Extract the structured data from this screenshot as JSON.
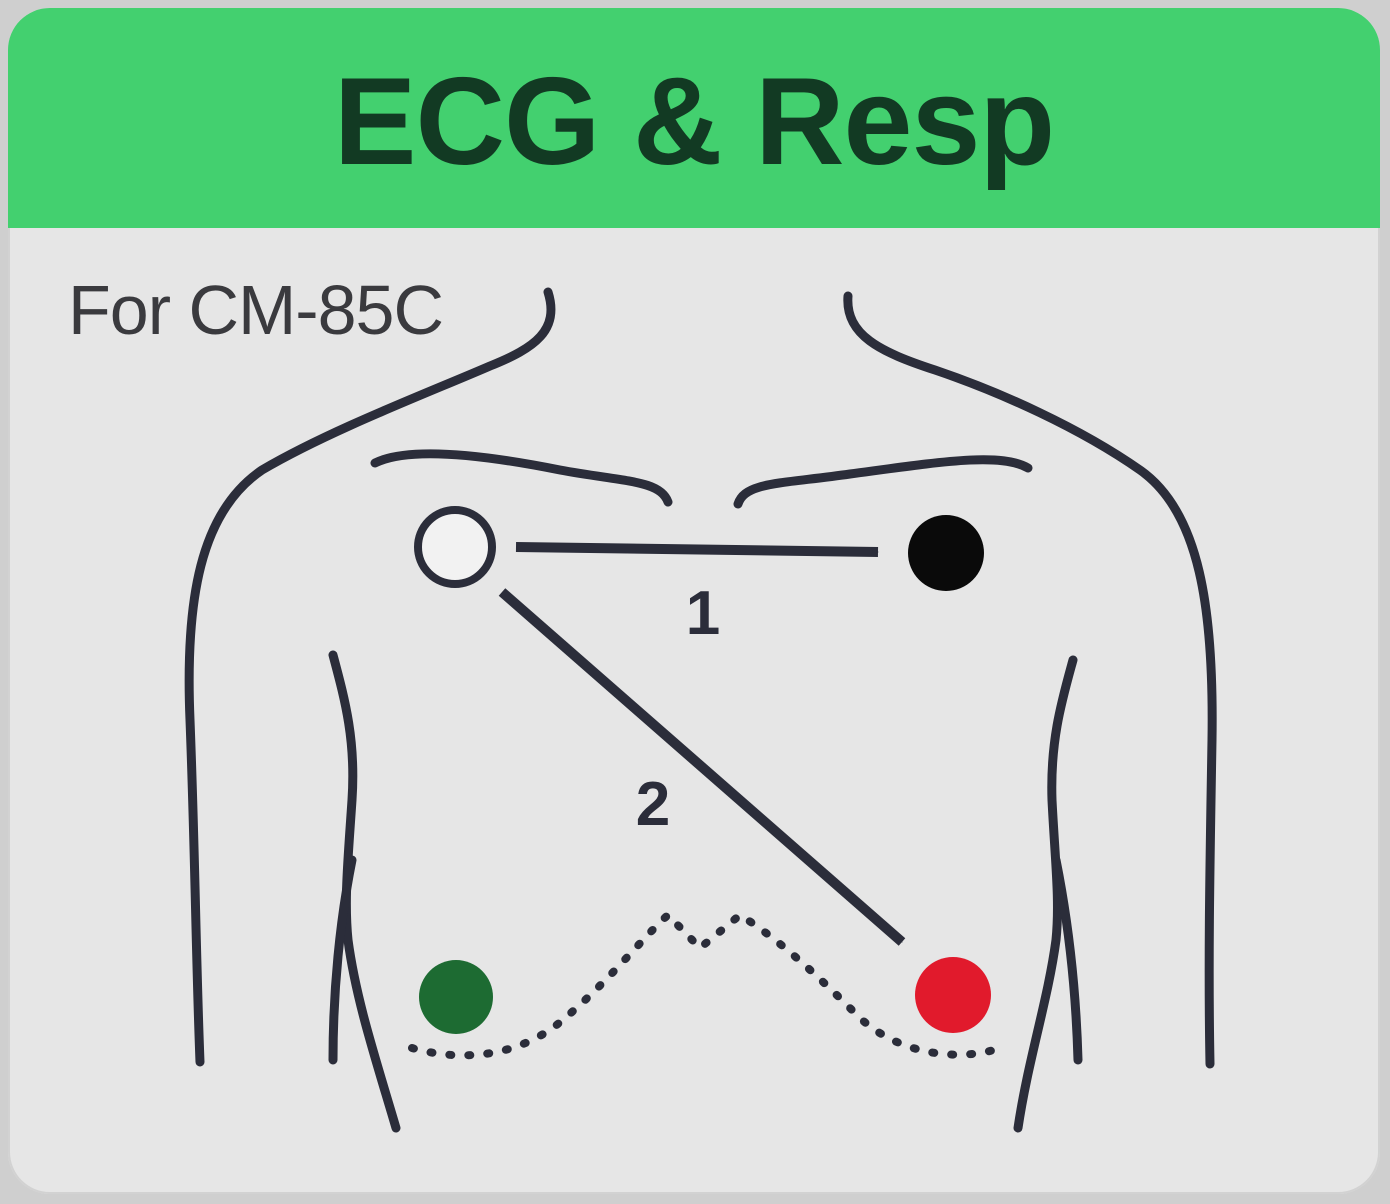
{
  "title": "ECG & Resp",
  "model": "For CM-85C",
  "leads": [
    {
      "label": "1",
      "from": "white",
      "to": "black"
    },
    {
      "label": "2",
      "from": "white",
      "to": "red"
    }
  ],
  "electrodes": [
    {
      "name": "white",
      "color": "#f2f2f2"
    },
    {
      "name": "black",
      "color": "#0a0a0a"
    },
    {
      "name": "green",
      "color": "#1d6b32"
    },
    {
      "name": "red",
      "color": "#e11a2c"
    }
  ],
  "colors": {
    "header": "#43d06f",
    "title": "#123a23",
    "line": "#2b2d3a",
    "background": "#e6e6e6"
  }
}
